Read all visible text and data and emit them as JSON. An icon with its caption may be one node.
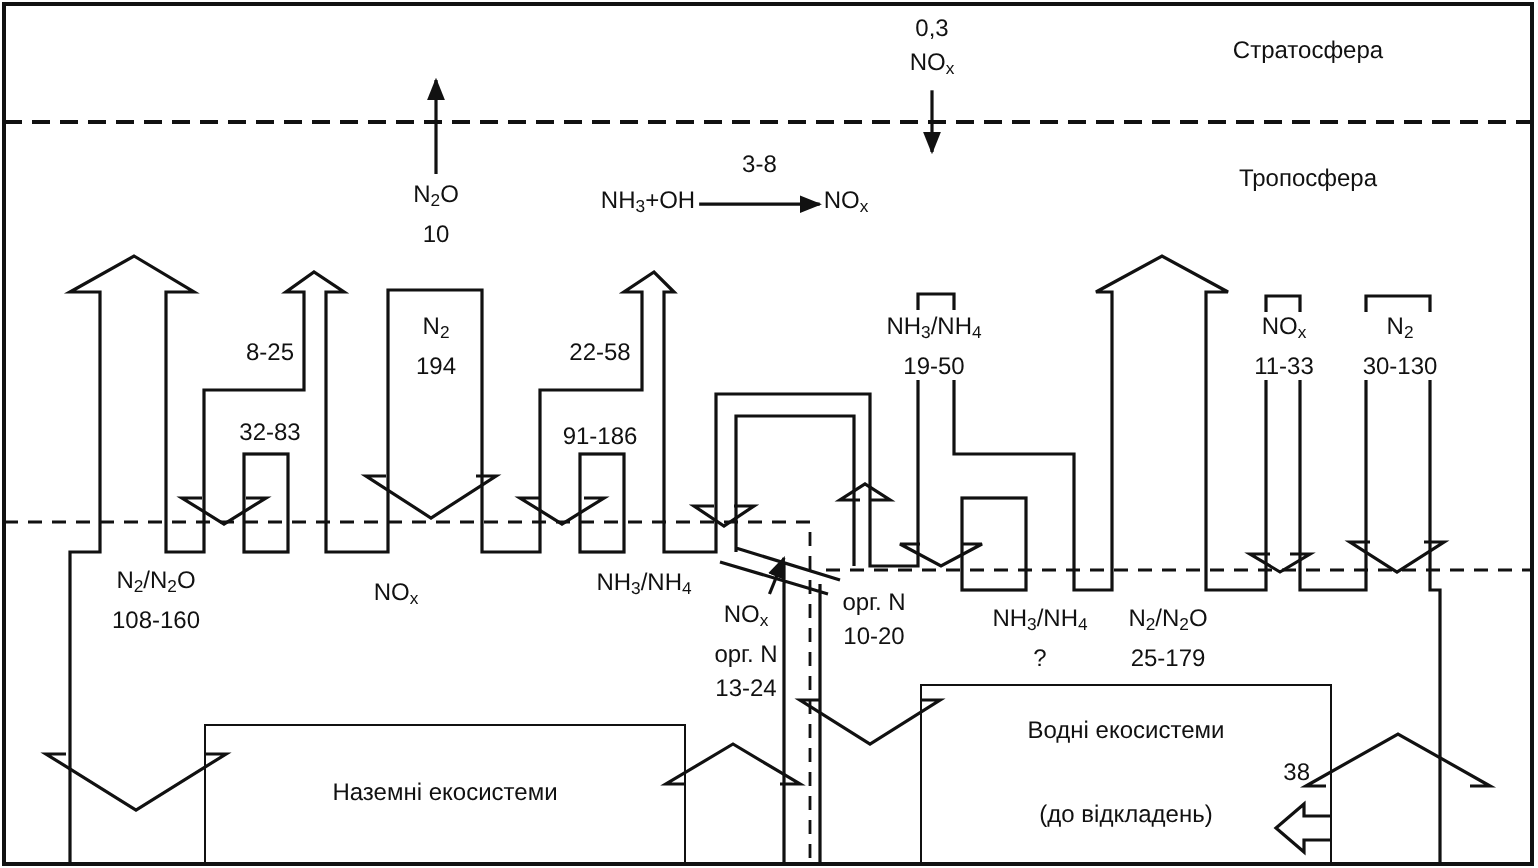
{
  "diagram": {
    "nodes": [
      {
        "text": [
          "Наземні екосистеми"
        ]
      },
      {
        "text": [
          "Водні екосистеми",
          "38",
          "(до відкладень)"
        ]
      },
      {
        "text": [
          "N$_{2}$O 10"
        ]
      },
      {
        "text": [
          "0,3 NO$_{x}$"
        ]
      },
      {
        "text": [
          "NH$_{3}$+OH"
        ]
      },
      {
        "text": [
          "NO$_{x}$"
        ]
      },
      {
        "text": [
          "NO$_{x}$ орг. N 13-24"
        ]
      }
    ],
    "edges": [
      {
        "from": 2,
        "to": null,
        "arrow": "to"
      },
      {
        "from": 3,
        "to": null,
        "arrow": "to"
      },
      {
        "from": 4,
        "to": 5,
        "arrow": "to",
        "label": "3-8"
      },
      {
        "from": 6,
        "to": null,
        "arrow": "to"
      }
    ],
    "labels": [
      "Стратосфера",
      "Тропосфера",
      "8-25",
      "N$_{2}$ 194",
      "22-58",
      "NH$_{3}$/NH$_{4}$ 19-50",
      "NO$_{x}$ 11-33",
      "N$_{2}$ 30-130",
      "32-83",
      "91-186",
      "N$_{2}$/N$_{2}$O 108-160",
      "NO$_{x}$",
      "NH$_{3}$/NH$_{4}$",
      "орг. N 10-20",
      "NH$_{3}$/NH$_{4}$ ?",
      "N$_{2}$/N$_{2}$O 25-179"
    ]
  }
}
